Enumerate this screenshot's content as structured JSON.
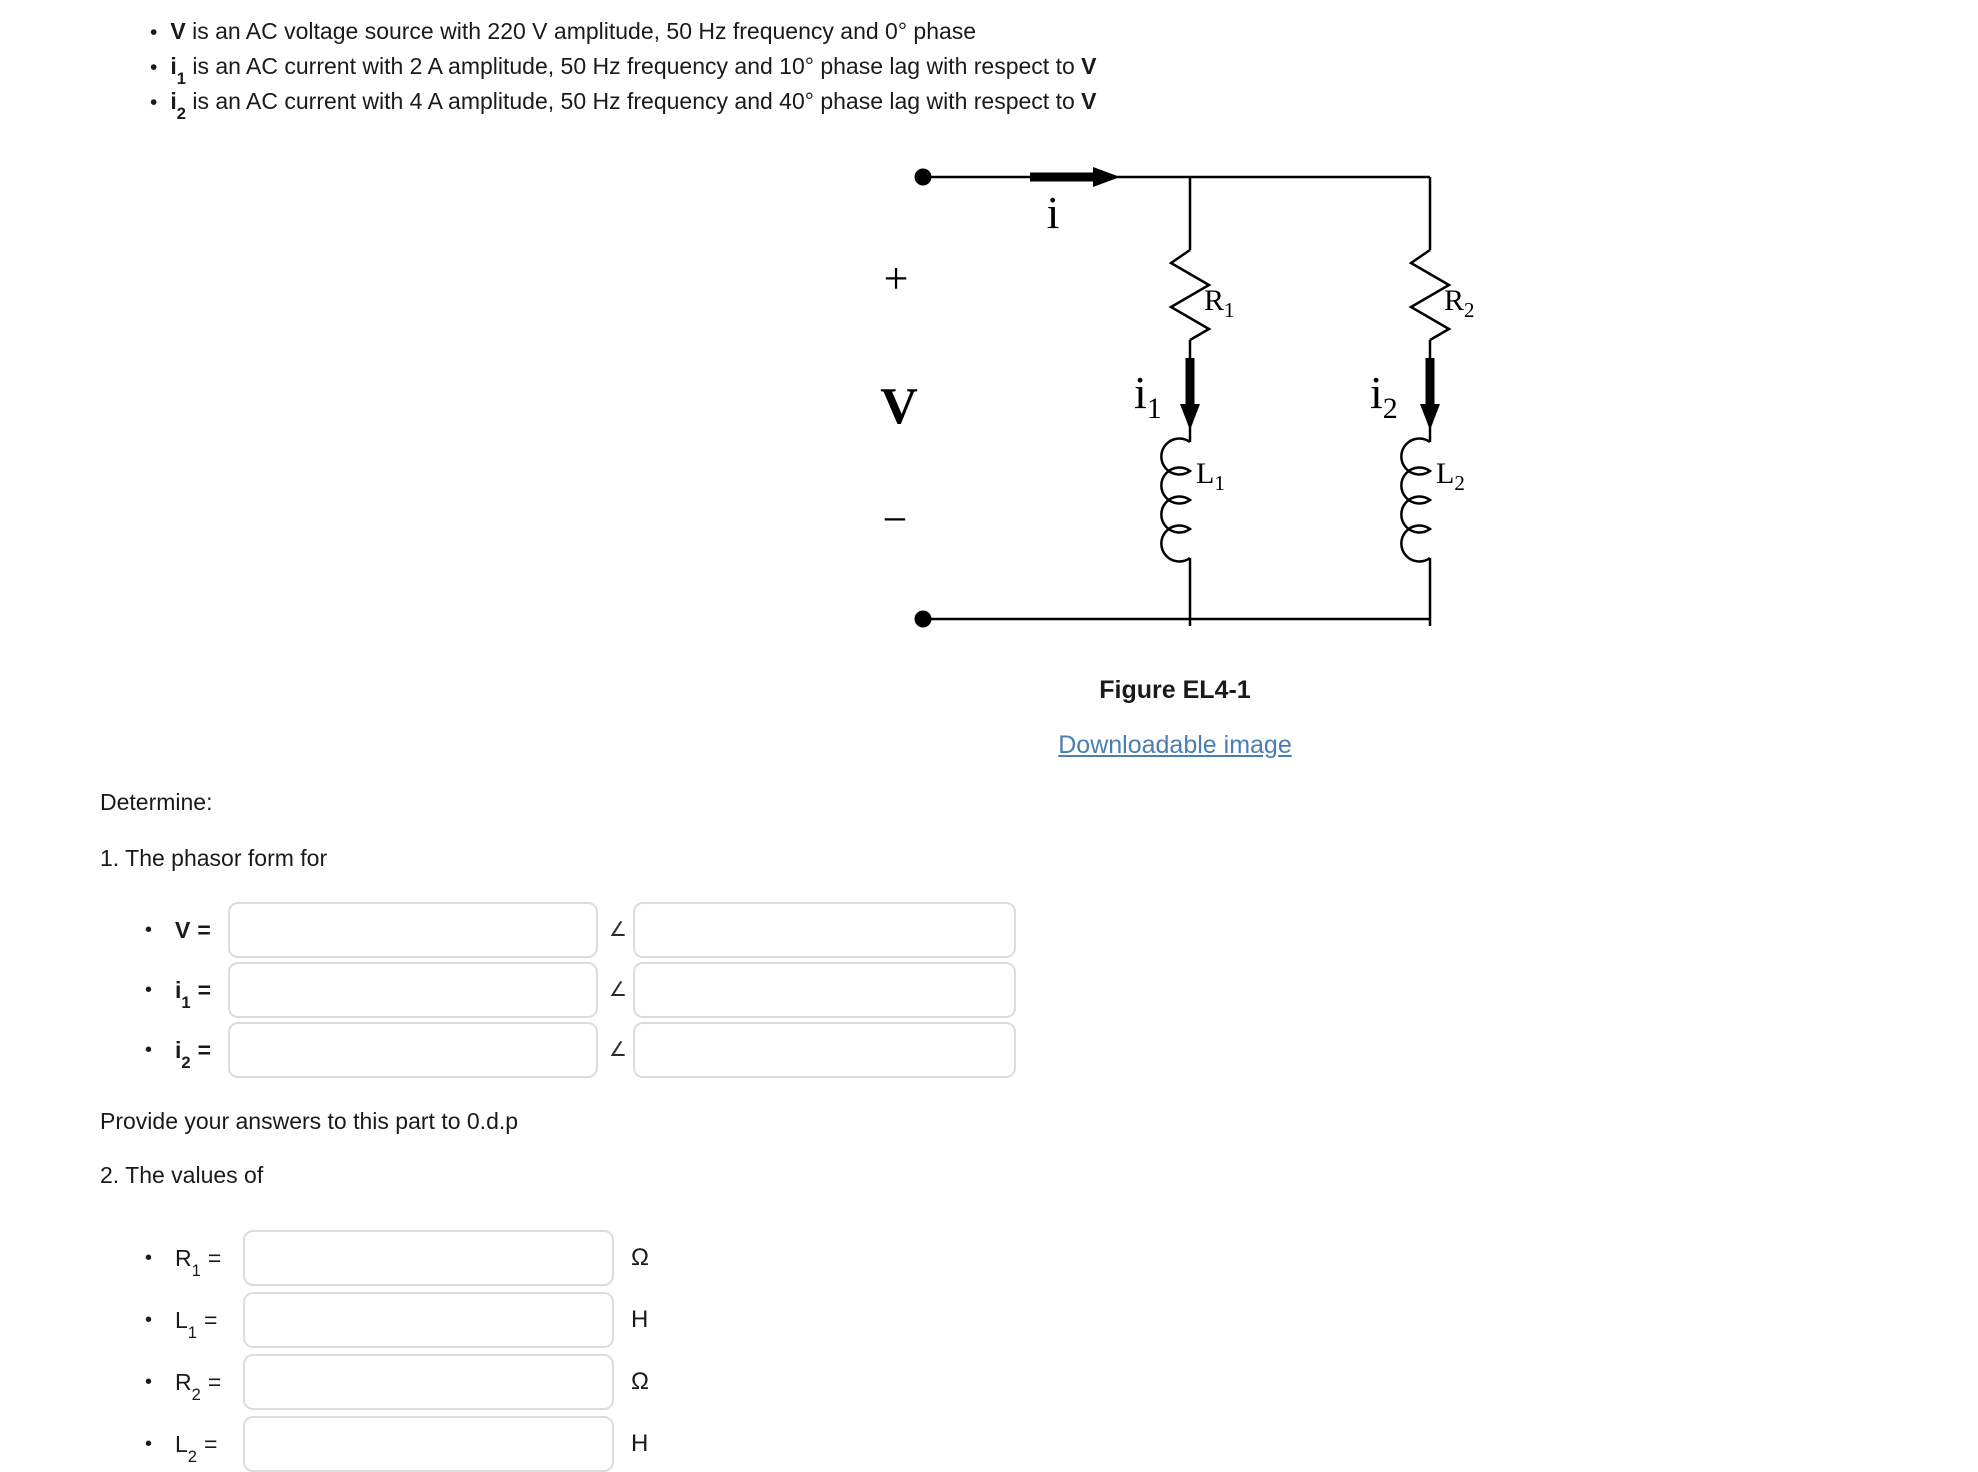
{
  "ui": {
    "bullet_char": "•"
  },
  "intro": {
    "items": [
      {
        "sym": "V",
        "sub": "",
        "rest": " is an AC voltage source with 220 V amplitude, 50 Hz frequency and 0° phase",
        "suffix": ""
      },
      {
        "sym": "i",
        "sub": "1",
        "rest": " is an AC current with 2 A amplitude, 50 Hz frequency and 10° phase lag with respect to ",
        "suffix": "V"
      },
      {
        "sym": "i",
        "sub": "2",
        "rest": " is an AC current with 4 A amplitude, 50 Hz frequency and 40° phase lag with respect to ",
        "suffix": "V"
      }
    ]
  },
  "circuit": {
    "total_current_label": "i",
    "source": {
      "plus": "+",
      "label": "V",
      "minus": "−"
    },
    "branch1": {
      "resistor": "R",
      "resistor_sub": "1",
      "current": "i",
      "current_sub": "1",
      "inductor": "L",
      "inductor_sub": "1"
    },
    "branch2": {
      "resistor": "R",
      "resistor_sub": "2",
      "current": "i",
      "current_sub": "2",
      "inductor": "L",
      "inductor_sub": "2"
    }
  },
  "figure": {
    "caption": "Figure EL4-1",
    "link_label": "Downloadable image",
    "link_color": "#4a7eb0"
  },
  "sections": {
    "determine": "Determine:"
  },
  "part1": {
    "title": "1. The phasor form for",
    "angle_char": "∠",
    "rows": [
      {
        "sym": "V",
        "sub": "",
        "eq": "=",
        "value1": "",
        "value2": ""
      },
      {
        "sym": "i",
        "sub": "1",
        "eq": "=",
        "value1": "",
        "value2": ""
      },
      {
        "sym": "i",
        "sub": "2",
        "eq": "=",
        "value1": "",
        "value2": ""
      }
    ],
    "note": "Provide your answers to this part to 0.d.p"
  },
  "part2": {
    "title": "2. The values of",
    "rows": [
      {
        "sym": "R",
        "sub": "1",
        "eq": "=",
        "unit": "Ω",
        "value": ""
      },
      {
        "sym": "L",
        "sub": "1",
        "eq": "=",
        "unit": "H",
        "value": ""
      },
      {
        "sym": "R",
        "sub": "2",
        "eq": "=",
        "unit": "Ω",
        "value": ""
      },
      {
        "sym": "L",
        "sub": "2",
        "eq": "=",
        "unit": "H",
        "value": ""
      }
    ]
  }
}
